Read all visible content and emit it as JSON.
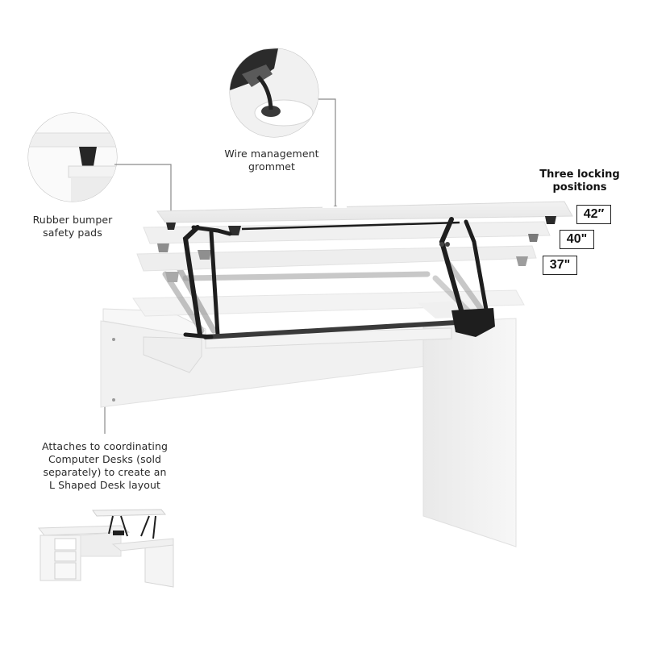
{
  "callouts": {
    "wire_grommet": {
      "label": "Wire management grommet",
      "line1": "Wire management",
      "line2": "grommet"
    },
    "rubber_pads": {
      "label": "Rubber bumper safety pads",
      "line1": "Rubber bumper",
      "line2": "safety pads"
    },
    "attaches": {
      "line1": "Attaches to coordinating",
      "line2": "Computer Desks (sold",
      "line3": "separately) to create an",
      "line4": "L Shaped Desk layout"
    }
  },
  "locking_positions": {
    "title_line1": "Three locking",
    "title_line2": "positions",
    "heights": [
      {
        "value": "42″"
      },
      {
        "value": "40\""
      },
      {
        "value": "37\""
      }
    ]
  },
  "colors": {
    "background": "#ffffff",
    "desk_white": "#f4f4f4",
    "desk_shadow": "#dcdcdc",
    "mechanism_black": "#1e1e1e",
    "leader_line": "#8a8a8a",
    "text": "#2a2a2a"
  }
}
